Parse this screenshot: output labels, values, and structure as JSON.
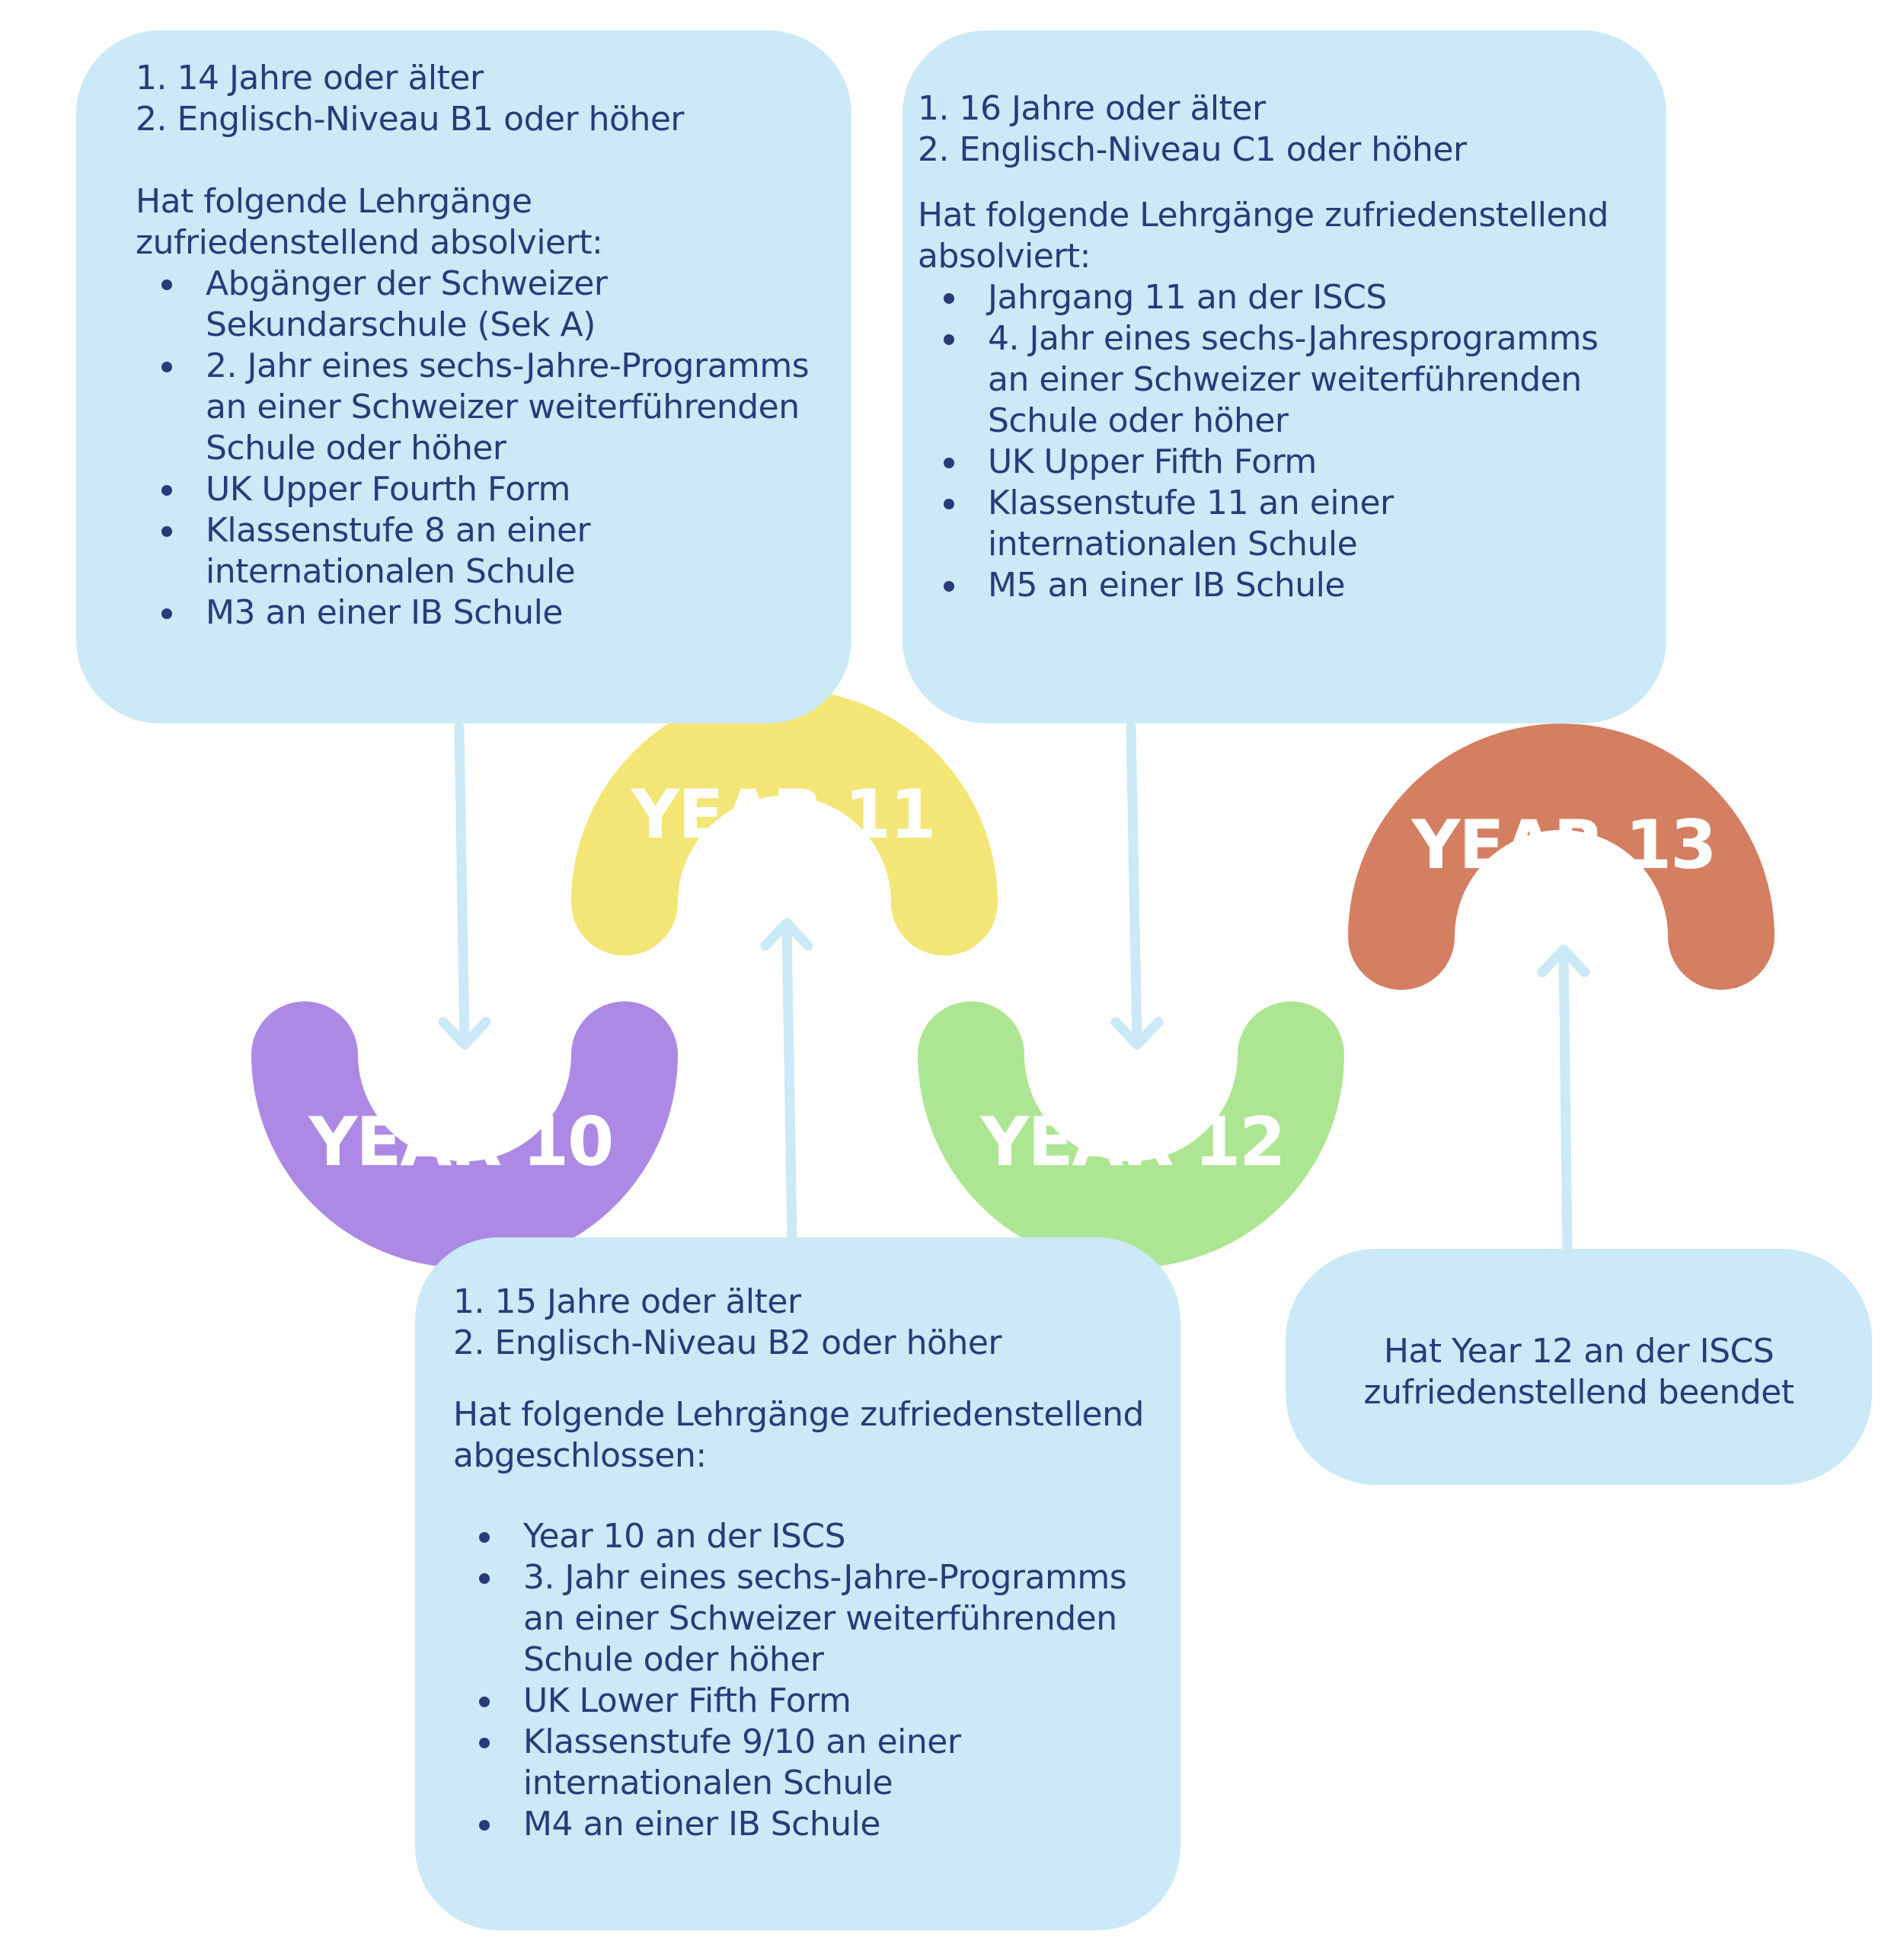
{
  "colors": {
    "box_fill": "#cbe9f6",
    "arrow": "#cbe9f6",
    "text": "#2a3a7a",
    "year10": "#ad89e6",
    "year11": "#f3e677",
    "year12": "#ade693",
    "year13": "#d47f62",
    "year_label": "#ffffff"
  },
  "stages": [
    {
      "key": "year10",
      "label": "YEAR 10",
      "requirements": [
        "1. 14 Jahre oder älter",
        "2. Englisch-Niveau B1 oder höher"
      ],
      "intro": "Hat folgende Lehrgänge zufriedenstellend absolviert:",
      "bullets": [
        "Abgänger der Schweizer Sekundarschule (Sek A)",
        "2. Jahr eines sechs-Jahre-Programms an einer Schweizer weiterführenden Schule oder höher",
        "UK Upper Fourth Form",
        "Klassenstufe 8 an einer internationalen Schule",
        "M3 an einer IB Schule"
      ]
    },
    {
      "key": "year11",
      "label": "YEAR 11",
      "requirements": [
        "1. 15 Jahre oder älter",
        "2. Englisch-Niveau B2 oder höher"
      ],
      "intro": "Hat folgende Lehrgänge zufriedenstellend abgeschlossen:",
      "bullets": [
        "Year 10 an der ISCS",
        "3. Jahr eines sechs-Jahre-Programms an einer Schweizer weiterführenden Schule oder höher",
        "UK Lower Fifth Form",
        "Klassenstufe 9/10 an einer internationalen Schule",
        "M4 an einer IB Schule"
      ]
    },
    {
      "key": "year12",
      "label": "YEAR 12",
      "requirements": [
        "1. 16 Jahre oder älter",
        "2. Englisch-Niveau C1 oder höher"
      ],
      "intro": "Hat folgende Lehrgänge zufriedenstellend absolviert:",
      "bullets": [
        "Jahrgang 11 an der ISCS",
        "4. Jahr eines sechs-Jahresprogramms an einer Schweizer weiterführenden Schule oder höher",
        "UK Upper Fifth Form",
        "Klassenstufe 11 an einer internationalen Schule",
        "M5 an einer IB Schule"
      ]
    },
    {
      "key": "year13",
      "label": "YEAR 13",
      "text": "Hat Year 12 an der ISCS zufriedenstellend beendet"
    }
  ]
}
